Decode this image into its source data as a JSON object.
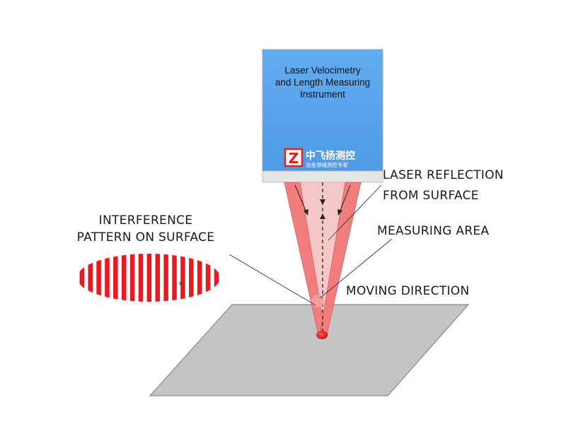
{
  "instrument": {
    "title_lines": [
      "Laser Velocimetry",
      "and Length Measuring",
      "Instrument"
    ],
    "logo_text": "中飞扬测控",
    "logo_subtext": "冶金领域测控专家",
    "logo_letter": "Z"
  },
  "labels": {
    "laser_reflection_line1": "LASER REFLECTION",
    "laser_reflection_line2": "FROM SURFACE",
    "measuring_area": "MEASURING AREA",
    "moving_direction": "MOVING DIRECTION",
    "interference_line1": "INTERFERENCE",
    "interference_line2": "PATTERN ON SURFACE"
  },
  "colors": {
    "instrument_blue": "#5aa6ee",
    "instrument_base": "#e6e6e6",
    "beam_outer": "#f27d7d",
    "beam_inner": "#f7c8c8",
    "spot_red": "#e8141a",
    "surface_gray": "#c4c4c4",
    "fringe_red": "#e8191f",
    "logo_red": "#e3211b"
  },
  "fringe_count": 17
}
